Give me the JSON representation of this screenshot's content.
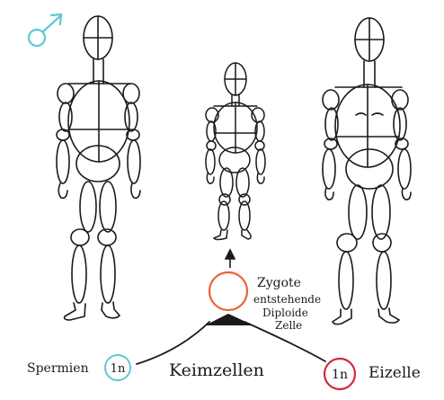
{
  "symbols": {
    "male_symbol": {
      "name": "male-symbol-icon",
      "color": "#5cc9d6"
    }
  },
  "figures": [
    {
      "name": "left-figure",
      "role": "male-figure"
    },
    {
      "name": "center-figure",
      "role": "child-figure"
    },
    {
      "name": "right-figure",
      "role": "female-figure"
    }
  ],
  "labels": {
    "zygote_line1": "Zygote",
    "zygote_line2": "entstehende",
    "zygote_line3": "Diploide",
    "zygote_line4": "Zelle",
    "spermien": "Spermien",
    "keimzellen": "Keimzellen",
    "eizelle": "Eizelle",
    "sperm_ploidy": "1n",
    "egg_ploidy": "1n"
  },
  "colors": {
    "ink": "#1a1a1a",
    "zygote_circle": "#e8633a",
    "sperm_circle": "#5cc9d6",
    "egg_circle": "#d6283a"
  }
}
